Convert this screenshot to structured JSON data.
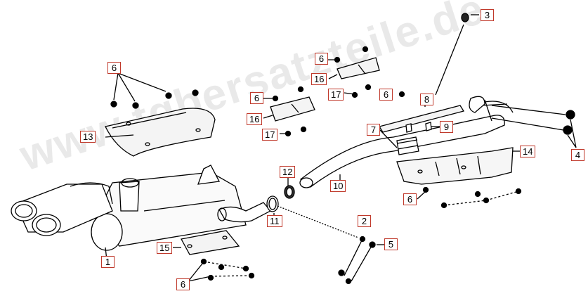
{
  "watermark": "www.tgbersatzteile.de",
  "callouts": [
    {
      "id": "c3",
      "label": "3"
    },
    {
      "id": "c6a",
      "label": "6"
    },
    {
      "id": "c6b",
      "label": "6"
    },
    {
      "id": "c6c",
      "label": "6"
    },
    {
      "id": "c6d",
      "label": "6"
    },
    {
      "id": "c6e",
      "label": "6"
    },
    {
      "id": "c6f",
      "label": "6"
    },
    {
      "id": "c16a",
      "label": "16"
    },
    {
      "id": "c16b",
      "label": "16"
    },
    {
      "id": "c17a",
      "label": "17"
    },
    {
      "id": "c17b",
      "label": "17"
    },
    {
      "id": "c8",
      "label": "8"
    },
    {
      "id": "c7",
      "label": "7"
    },
    {
      "id": "c9",
      "label": "9"
    },
    {
      "id": "c13",
      "label": "13"
    },
    {
      "id": "c12",
      "label": "12"
    },
    {
      "id": "c10",
      "label": "10"
    },
    {
      "id": "c14",
      "label": "14"
    },
    {
      "id": "c11",
      "label": "11"
    },
    {
      "id": "c2",
      "label": "2"
    },
    {
      "id": "c5",
      "label": "5"
    },
    {
      "id": "c15",
      "label": "15"
    },
    {
      "id": "c1",
      "label": "1"
    },
    {
      "id": "c4",
      "label": "4"
    }
  ]
}
